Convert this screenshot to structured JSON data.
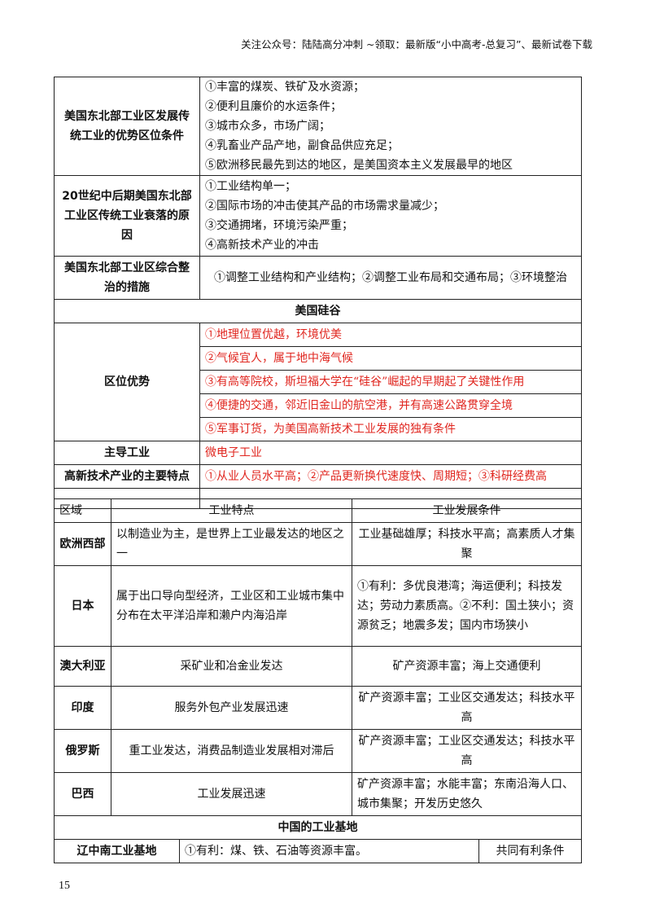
{
  "header": "关注公众号：陆陆高分冲刺  ~领取：最新版“小中高考-总复习”、最新试卷下载",
  "page_number": "15",
  "colors": {
    "red_text": "#e0261f"
  },
  "table1": {
    "rows": [
      {
        "label": "美国东北部工业区发展传统工业的优势区位条件",
        "items": [
          "①丰富的煤炭、铁矿及水资源；",
          "②便利且廉价的水运条件；",
          "③城市众多，市场广阔；",
          "④乳畜业产品产地，副食品供应充足；",
          "⑤欧洲移民最先到达的地区，是美国资本主义发展最早的地区"
        ]
      },
      {
        "label": "20世纪中后期美国东北部工业区传统工业衰落的原因",
        "items": [
          "①工业结构单一；",
          "②国际市场的冲击使其产品的市场需求量减少；",
          "③交通拥堵，环境污染严重；",
          "④高新技术产业的冲击"
        ]
      },
      {
        "label": "美国东北部工业区综合整治的措施",
        "content": "①调整工业结构和产业结构；②调整工业布局和交通布局；③环境整治"
      }
    ],
    "section_title": "美国硅谷",
    "advantage_label": "区位优势",
    "advantages": [
      "①地理位置优越，环境优美",
      "②气候宜人，属于地中海气候",
      "③有高等院校，斯坦福大学在“硅谷”崛起的早期起了关键性作用",
      "④便捷的交通，邻近旧金山的航空港，并有高速公路贯穿全境",
      "⑤军事订货，为美国高新技术工业发展的独有条件"
    ],
    "leading_label": "主导工业",
    "leading_value": "微电子工业",
    "features_label": "高新技术产业的主要特点",
    "features_value": "①从业人员水平高；②产品更新换代速度快、周期短；③科研经费高"
  },
  "table2": {
    "headers": [
      "区域",
      "工业特点",
      "工业发展条件"
    ],
    "rows": [
      {
        "region": "欧洲西部",
        "feature": "以制造业为主，是世界上工业最发达的地区之一",
        "condition": "工业基础雄厚；科技水平高；高素质人才集聚"
      },
      {
        "region": "日本",
        "feature": "属于出口导向型经济，工业区和工业城市集中分布在太平洋沿岸和濑户内海沿岸",
        "condition": "①有利：多优良港湾；海运便利；科技发达；劳动力素质高。②不利：国土狭小；资源贫乏；地震多发；国内市场狭小"
      },
      {
        "region": "澳大利亚",
        "feature": "采矿业和冶金业发达",
        "condition": "矿产资源丰富；海上交通便利"
      },
      {
        "region": "印度",
        "feature": "服务外包产业发展迅速",
        "condition": "矿产资源丰富；工业区交通发达；科技水平高"
      },
      {
        "region": "俄罗斯",
        "feature": "重工业发达，消费品制造业发展相对滞后",
        "condition": "矿产资源丰富；工业区交通发达；科技水平高"
      },
      {
        "region": "巴西",
        "feature": "工业发展迅速",
        "condition": "矿产资源丰富；水能丰富；东南沿海人口、城市集聚；开发历史悠久"
      }
    ],
    "section_title": "中国的工业基地",
    "last_row": {
      "region": "辽中南工业基地",
      "content": "①有利：煤、铁、石油等资源丰富。",
      "note": "共同有利条件"
    }
  }
}
